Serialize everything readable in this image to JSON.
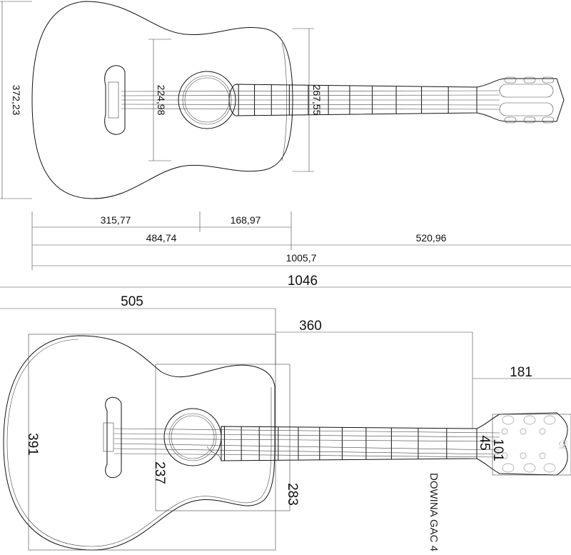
{
  "top_view": {
    "dimensions": {
      "body_length_total": "372,23",
      "waist_width": "224,98",
      "upper_bout_width": "267,55",
      "bridge_to_hole": "315,77",
      "hole_to_neck": "168,97",
      "body_length": "484,74",
      "neck_length": "520,96",
      "overall_length": "1005,7"
    }
  },
  "bottom_view": {
    "dimensions": {
      "overall": "1046",
      "body": "505",
      "neck": "360",
      "headstock": "181",
      "body_width": "391",
      "waist": "237",
      "upper_bout": "283",
      "nut_width": "45",
      "headstock_width": "101"
    },
    "model_label": "DOWINA GAC 4"
  }
}
